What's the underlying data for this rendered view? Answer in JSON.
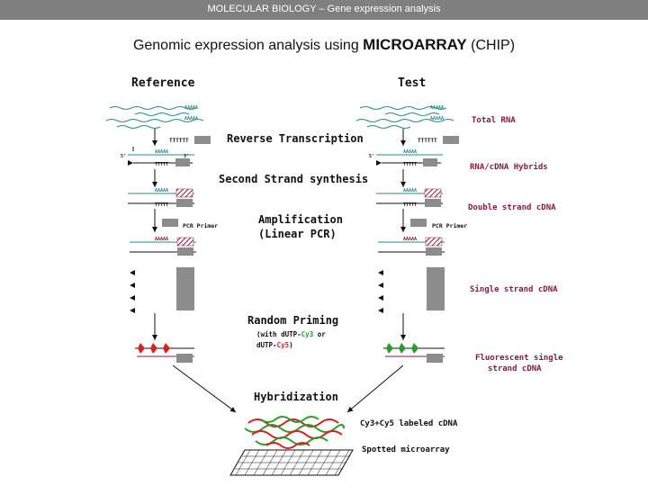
{
  "header": {
    "breadcrumb": "MOLECULAR BIOLOGY – Gene expression analysis"
  },
  "title": {
    "prefix": "Genomic expression analysis using ",
    "bold": "MICROARRAY",
    "suffix": " (CHIP)"
  },
  "columns": {
    "reference": "Reference",
    "test": "Test"
  },
  "steps": {
    "reverse_transcription": "Reverse Transcription",
    "second_strand": "Second Strand synthesis",
    "amplification_1": "Amplification",
    "amplification_2": "(Linear PCR)",
    "random_priming": "Random Priming",
    "with_label_1a": "(with dUTP-",
    "with_label_1b": "Cy3",
    "with_label_1c": " or",
    "with_label_2a": "dUTP-",
    "with_label_2b": "Cy5",
    "with_label_2c": ")",
    "hybridization": "Hybridization"
  },
  "side_labels": {
    "total_rna": "Total RNA",
    "hybrids": "RNA/cDNA Hybrids",
    "double_strand": "Double strand cDNA",
    "single_strand": "Single strand cDNA",
    "fluorescent_1": "Fluorescent single",
    "fluorescent_2": "strand cDNA",
    "labeled": "Cy3+Cy5 labeled cDNA",
    "spotted": "Spotted microarray"
  },
  "small_labels": {
    "pcr_primer": "PCR Primer",
    "polyA": "AAAAA",
    "polyT": "TTTTT",
    "polyT_short": "TTTT",
    "ttt": "TTTTTT",
    "five": "5'",
    "three": "3'",
    "primer_left": "PCR Primer"
  },
  "colors": {
    "topbar": "#7f7f7f",
    "text_dark": "#111111",
    "maroon": "#8b1a3a",
    "teal": "#2a8a8a",
    "cy3": "#2e9a2e",
    "cy5": "#d42020",
    "grey_box": "#8c8c8c"
  }
}
